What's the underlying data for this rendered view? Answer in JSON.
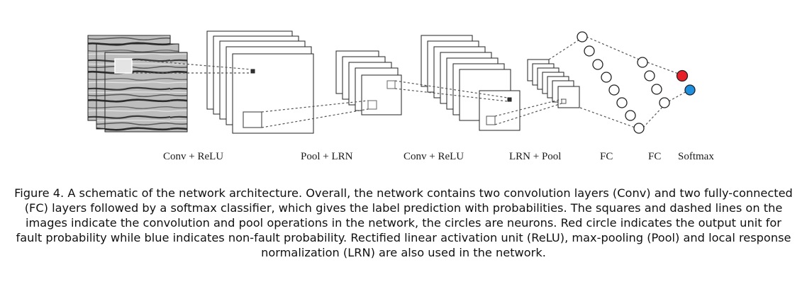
{
  "diagram": {
    "labels": {
      "conv_relu_1": "Conv + ReLU",
      "pool_lrn": "Pool + LRN",
      "conv_relu_2": "Conv + ReLU",
      "lrn_pool": "LRN + Pool",
      "fc_1": "FC",
      "fc_2": "FC",
      "softmax": "Softmax"
    },
    "colors": {
      "stroke": "#222222",
      "fault_unit": "#e8202a",
      "nonfault_unit": "#1f8fe0",
      "seismic_dark": "#3a3a3a",
      "seismic_light": "#c9c9c9"
    }
  },
  "caption": {
    "text": "Figure 4. A schematic of the network architecture. Overall, the network contains two convolution layers (Conv) and two fully-connected (FC) layers followed by a softmax classifier, which gives the label prediction with probabilities. The squares and dashed lines on the images indicate the convolution and pool operations in the network, the circles are neurons. Red circle indicates the output unit for fault probability while blue indicates non-fault probability. Rectified linear activation unit (ReLU), max-pooling (Pool) and local response normalization (LRN) are also used in the network."
  }
}
